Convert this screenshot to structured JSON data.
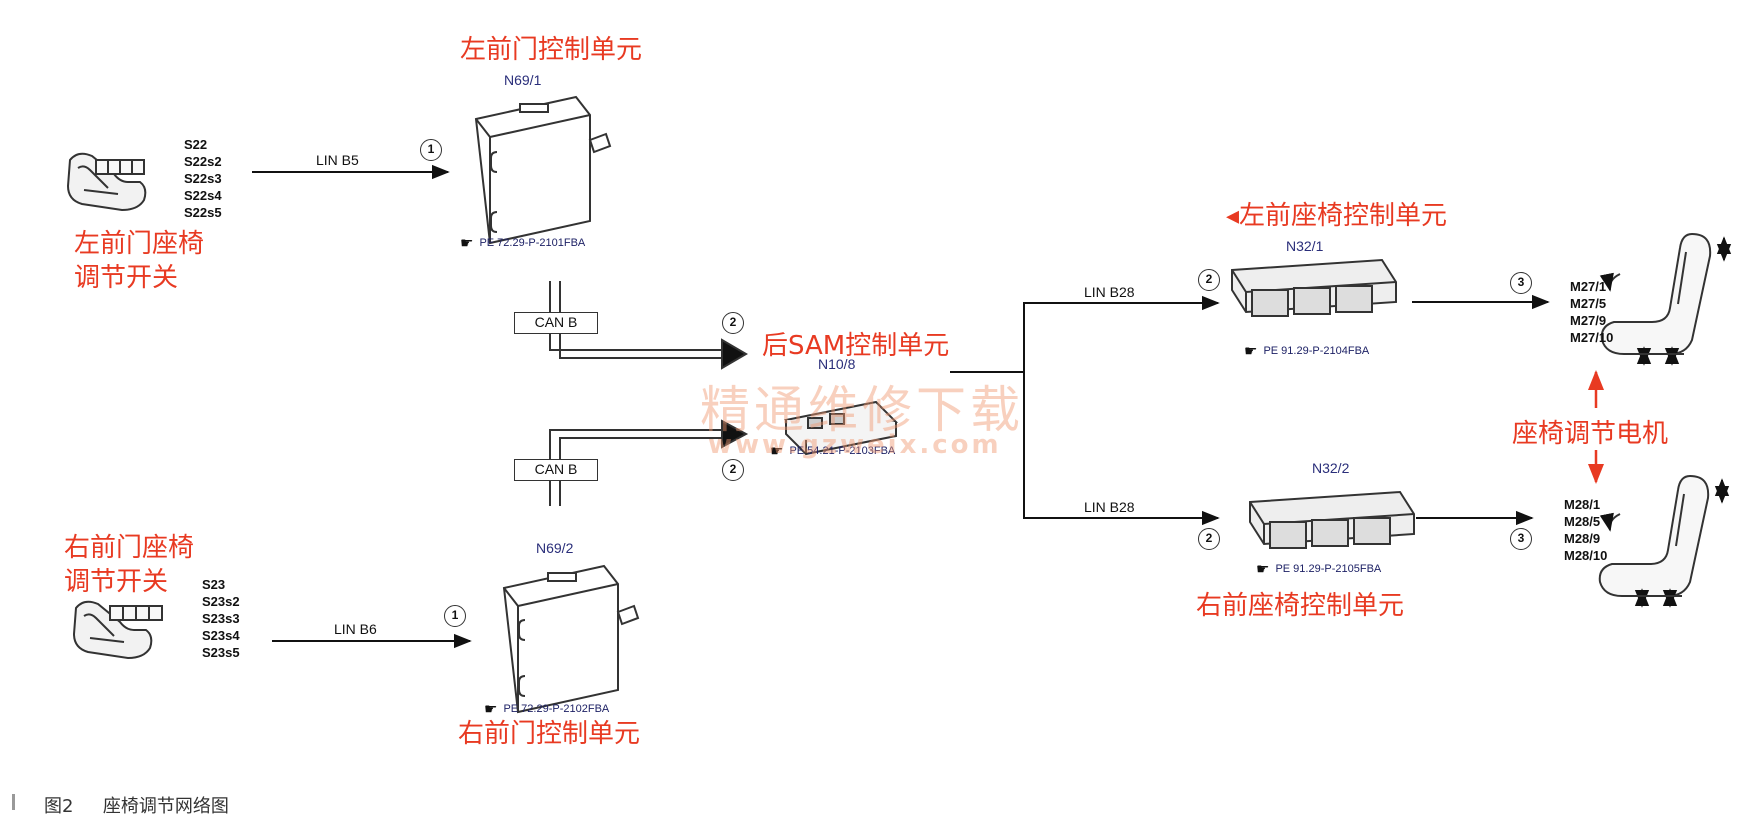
{
  "labels": {
    "left_door_ctrl": "左前门控制单元",
    "right_door_ctrl": "右前门控制单元",
    "left_switch_line1": "左前门座椅",
    "left_switch_line2": "调节开关",
    "right_switch_line1": "右前门座椅",
    "right_switch_line2": "调节开关",
    "rear_sam": "后SAM控制单元",
    "left_seat_ctrl": "◂左前座椅控制单元",
    "right_seat_ctrl": "右前座椅控制单元",
    "seat_motor": "座椅调节电机"
  },
  "codes": {
    "n69_1": "N69/1",
    "n69_2": "N69/2",
    "n10_8": "N10/8",
    "n32_1": "N32/1",
    "n32_2": "N32/2"
  },
  "switches_left": [
    "S22",
    "S22s2",
    "S22s3",
    "S22s4",
    "S22s5"
  ],
  "switches_right": [
    "S23",
    "S23s2",
    "S23s3",
    "S23s4",
    "S23s5"
  ],
  "motors_top": [
    "M27/1",
    "M27/5",
    "M27/9",
    "M27/10"
  ],
  "motors_bottom": [
    "M28/1",
    "M28/5",
    "M28/9",
    "M28/10"
  ],
  "buses": {
    "lin_b5": "LIN B5",
    "lin_b6": "LIN B6",
    "lin_b28_top": "LIN B28",
    "lin_b28_bottom": "LIN B28",
    "can_b_top": "CAN B",
    "can_b_bottom": "CAN B"
  },
  "circles": {
    "c1": "1",
    "c2": "2",
    "c3": "3"
  },
  "refs": {
    "ref_n69_1": "PE 72.29-P-2101FBA",
    "ref_n69_2": "PE 72.29-P-2102FBA",
    "ref_n10_8": "PE 54.21-P-2103FBA",
    "ref_n32_1": "PE 91.29-P-2104FBA",
    "ref_n32_2": "PE 91.29-P-2105FBA"
  },
  "watermark": {
    "text": "精通维修下载",
    "url": "www.gzweix.com"
  },
  "caption": {
    "figure": "图2",
    "title": "座椅调节网络图"
  },
  "colors": {
    "annotation_red": "#e83a22",
    "code_blue": "#2a2e7a",
    "line": "#111111"
  }
}
